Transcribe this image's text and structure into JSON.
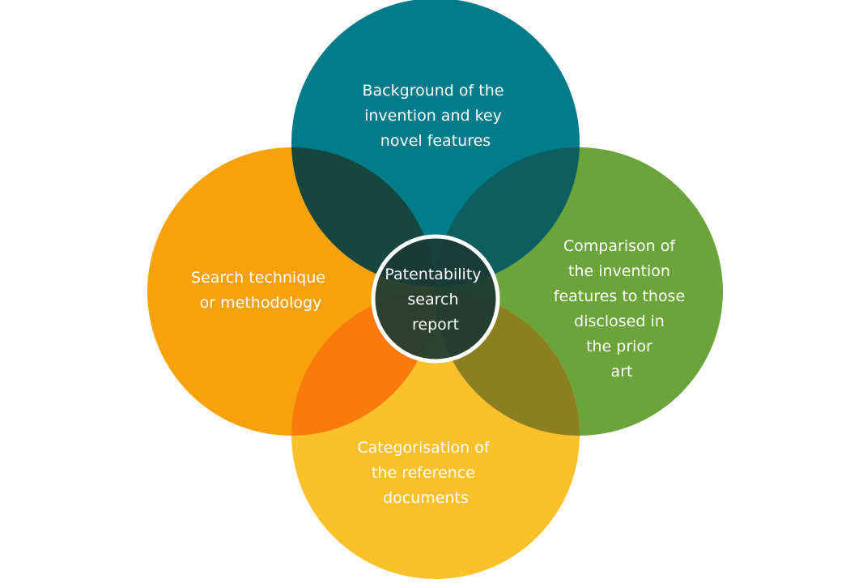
{
  "diagram": {
    "center": {
      "lines": [
        "Patentability",
        "search",
        "report"
      ]
    },
    "circles": [
      {
        "id": "top",
        "color": "#007B8A",
        "lines": [
          "Background of the",
          "invention and key",
          "novel features"
        ]
      },
      {
        "id": "left",
        "color": "#F7A20B",
        "lines": [
          "Search technique",
          "or methodology"
        ]
      },
      {
        "id": "right",
        "color": "#6BA43A",
        "lines": [
          "Comparison of",
          "the invention",
          "features to those",
          "disclosed in",
          "the prior",
          "art"
        ]
      },
      {
        "id": "bottom",
        "color": "#FCC02A",
        "lines": [
          "Categorisation of",
          "the reference",
          "documents"
        ]
      }
    ],
    "overlap_colors": {
      "top_left": "#16463E",
      "top_right": "#0E5E60",
      "left_bottom": "#FA7A0E",
      "right_bottom": "#8B7F22"
    }
  }
}
